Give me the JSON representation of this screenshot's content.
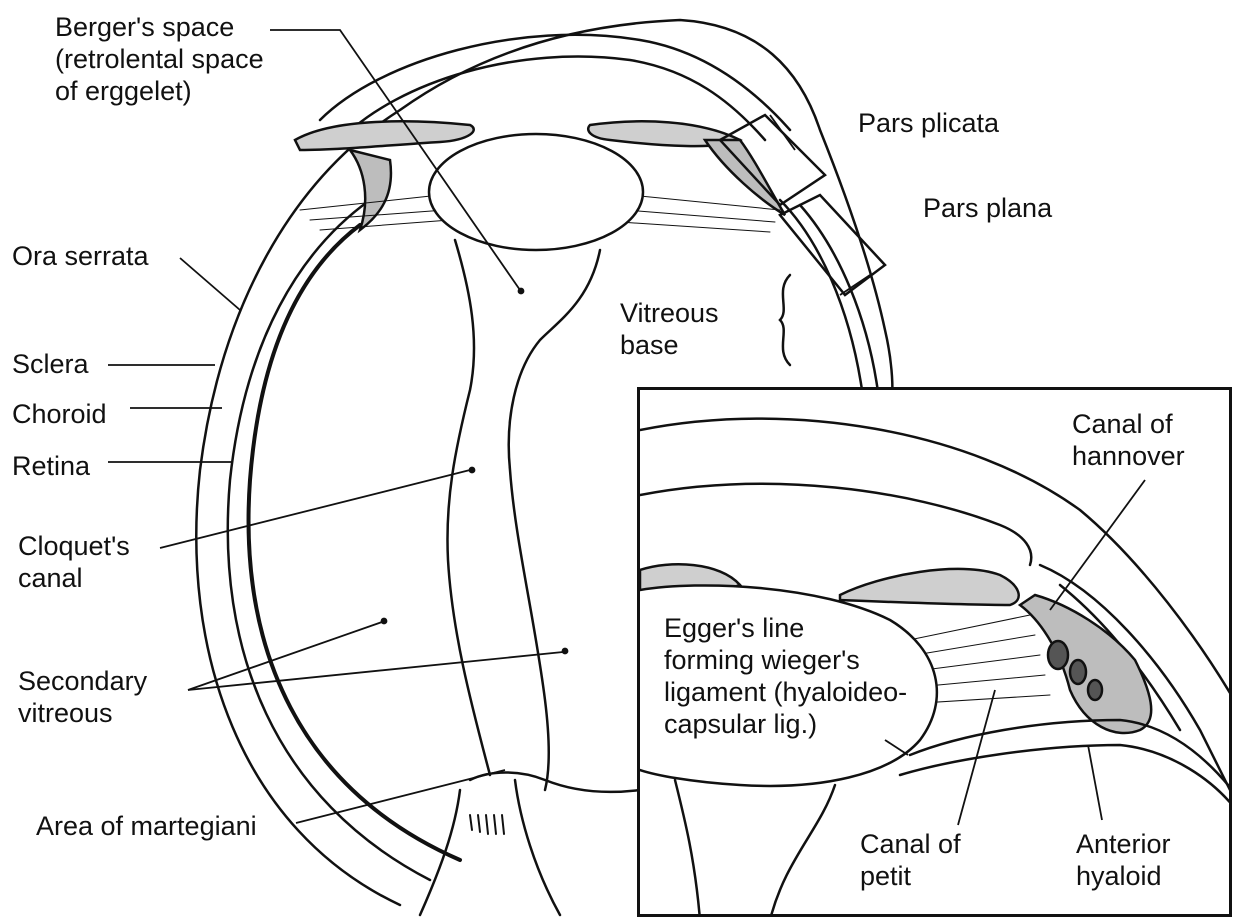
{
  "labels": {
    "berger_space": [
      "Berger's space",
      "(retrolental space",
      "of erggelet)"
    ],
    "pars_plicata": "Pars plicata",
    "pars_plana": "Pars plana",
    "ora_serrata": "Ora serrata",
    "vitreous_base": [
      "Vitreous",
      "base"
    ],
    "sclera": "Sclera",
    "choroid": "Choroid",
    "retina": "Retina",
    "cloquet_canal": [
      "Cloquet's",
      "canal"
    ],
    "secondary_vitreous": [
      "Secondary",
      "vitreous"
    ],
    "area_martegiani": "Area of martegiani"
  },
  "inset": {
    "canal_hannover": [
      "Canal of",
      "hannover"
    ],
    "egger_line": [
      "Egger's line",
      "forming wieger's",
      "ligament (hyaloideo-",
      "capsular lig.)"
    ],
    "canal_petit": [
      "Canal of",
      "petit"
    ],
    "anterior_hyaloid": [
      "Anterior",
      "hyaloid"
    ]
  },
  "colors": {
    "ink": "#111111",
    "background": "#ffffff"
  }
}
